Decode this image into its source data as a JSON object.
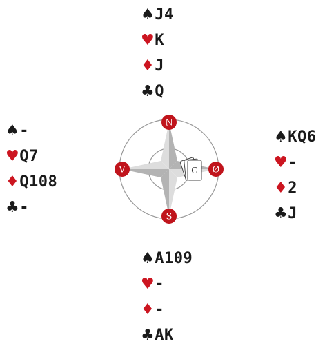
{
  "hands": {
    "north": {
      "spades": "J4",
      "hearts": "K",
      "diamonds": "J",
      "clubs": "Q"
    },
    "west": {
      "spades": "-",
      "hearts": "Q7",
      "diamonds": "Q108",
      "clubs": "-"
    },
    "east": {
      "spades": "KQ6",
      "hearts": "-",
      "diamonds": "2",
      "clubs": "J"
    },
    "south": {
      "spades": "A109",
      "hearts": "-",
      "diamonds": "-",
      "clubs": "AK"
    }
  },
  "suit_symbols": {
    "spades": "♠",
    "hearts": "♥",
    "diamonds": "♦",
    "clubs": "♣"
  },
  "compass": {
    "north": "N",
    "south": "S",
    "west": "V",
    "east": "Ø",
    "dealer_marker": "G",
    "dealer_seat": "east"
  },
  "colors": {
    "red_suit": "#cc1520",
    "black_suit": "#1a1a1a",
    "compass_badge": "#c0141c",
    "compass_needle": "#b3b3b3",
    "compass_ring": "#999999"
  }
}
